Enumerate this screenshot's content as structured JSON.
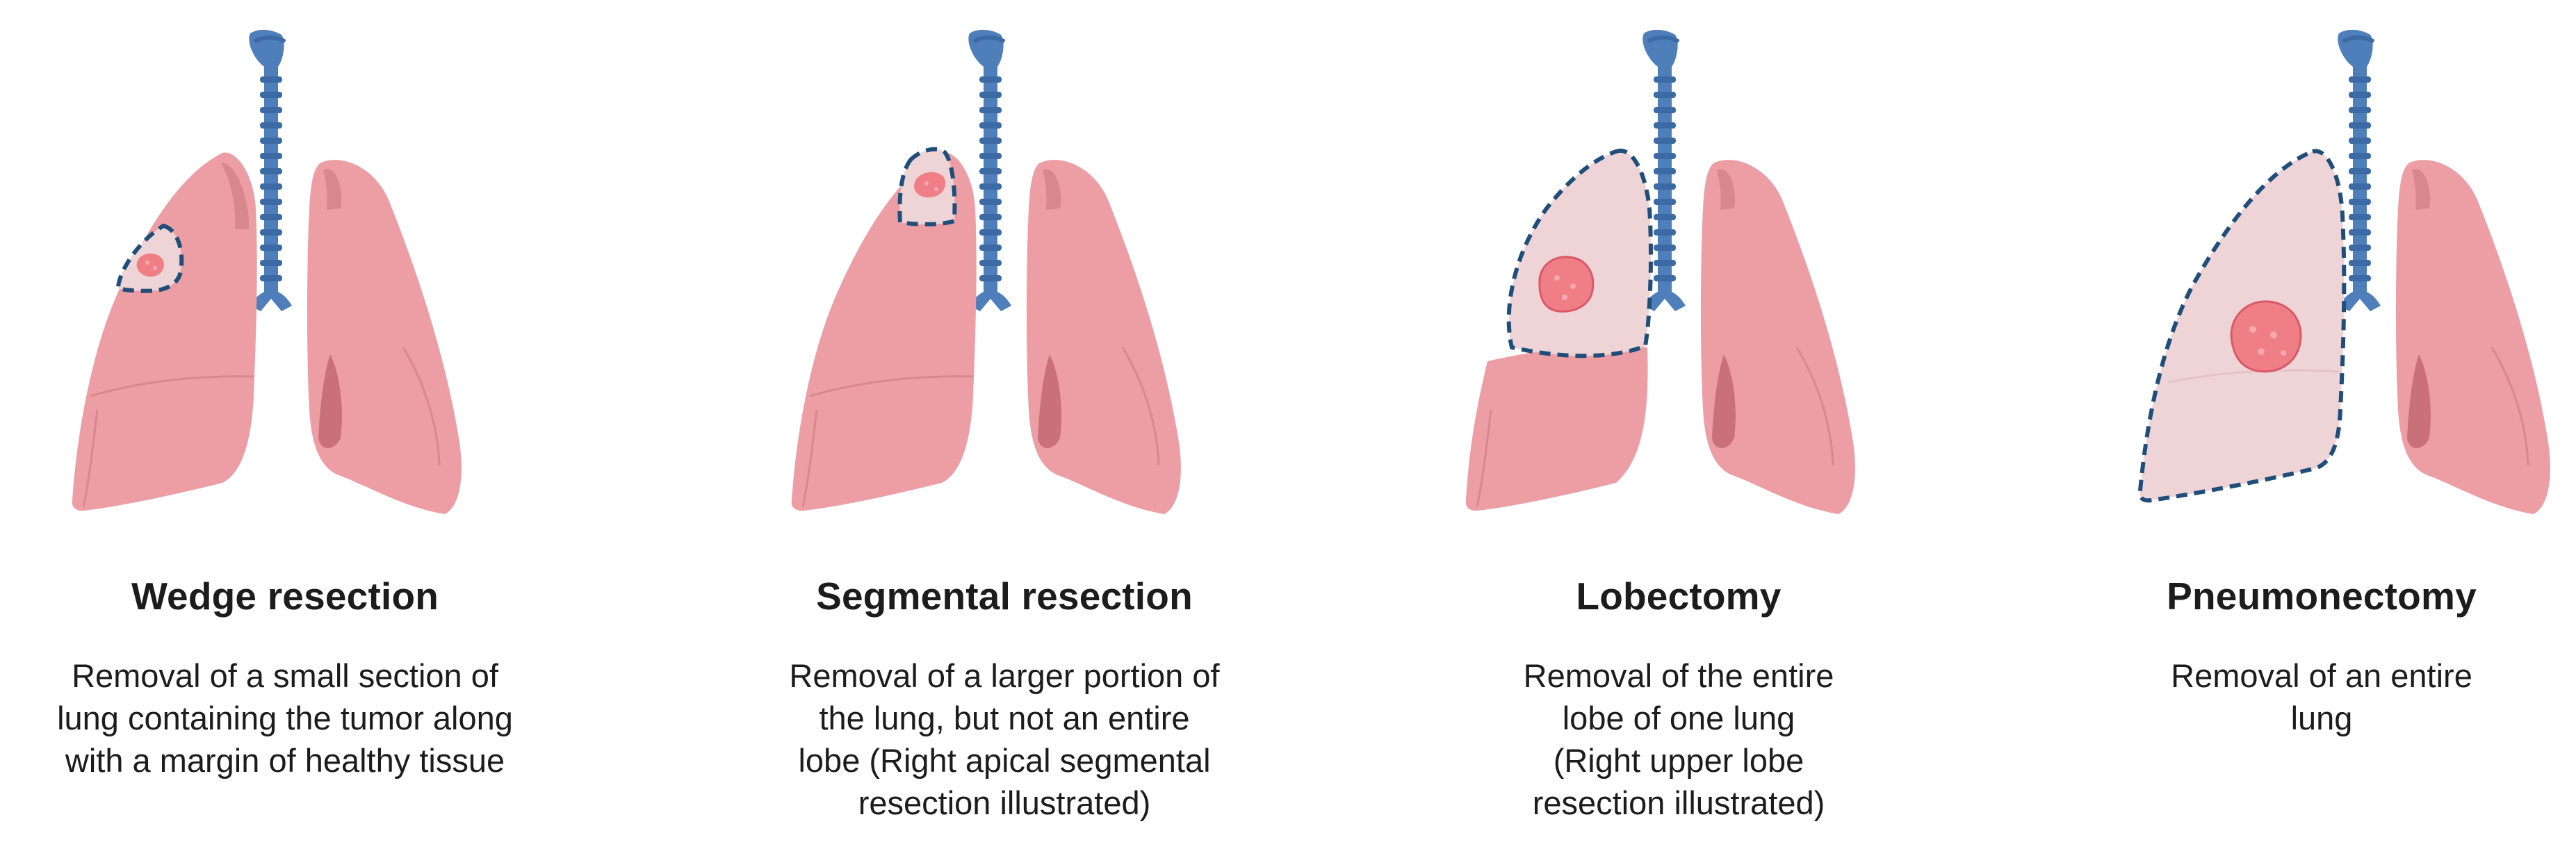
{
  "colors": {
    "lung": "#ec9ea4",
    "lung_dark": "#d9878e",
    "lung_light": "#f3b8bd",
    "resected_region": "#eed3d7",
    "tumor": "#ef7e86",
    "trachea": "#4f7fba",
    "trachea_dark": "#3b6aa5",
    "dashed_outline": "#1f4e7a"
  },
  "panels": [
    {
      "title": "Wedge resection",
      "description": [
        "Removal of a small section of",
        "lung containing the tumor along",
        "with a margin of healthy tissue"
      ]
    },
    {
      "title": "Segmental resection",
      "description": [
        "Removal of a larger portion of",
        "the lung, but not an entire",
        "lobe (Right apical segmental",
        "resection illustrated)"
      ]
    },
    {
      "title": "Lobectomy",
      "description": [
        "Removal of the entire",
        "lobe of one lung",
        "(Right upper lobe",
        "resection illustrated)"
      ]
    },
    {
      "title": "Pneumonectomy",
      "description": [
        "Removal of an entire",
        "lung"
      ]
    }
  ]
}
